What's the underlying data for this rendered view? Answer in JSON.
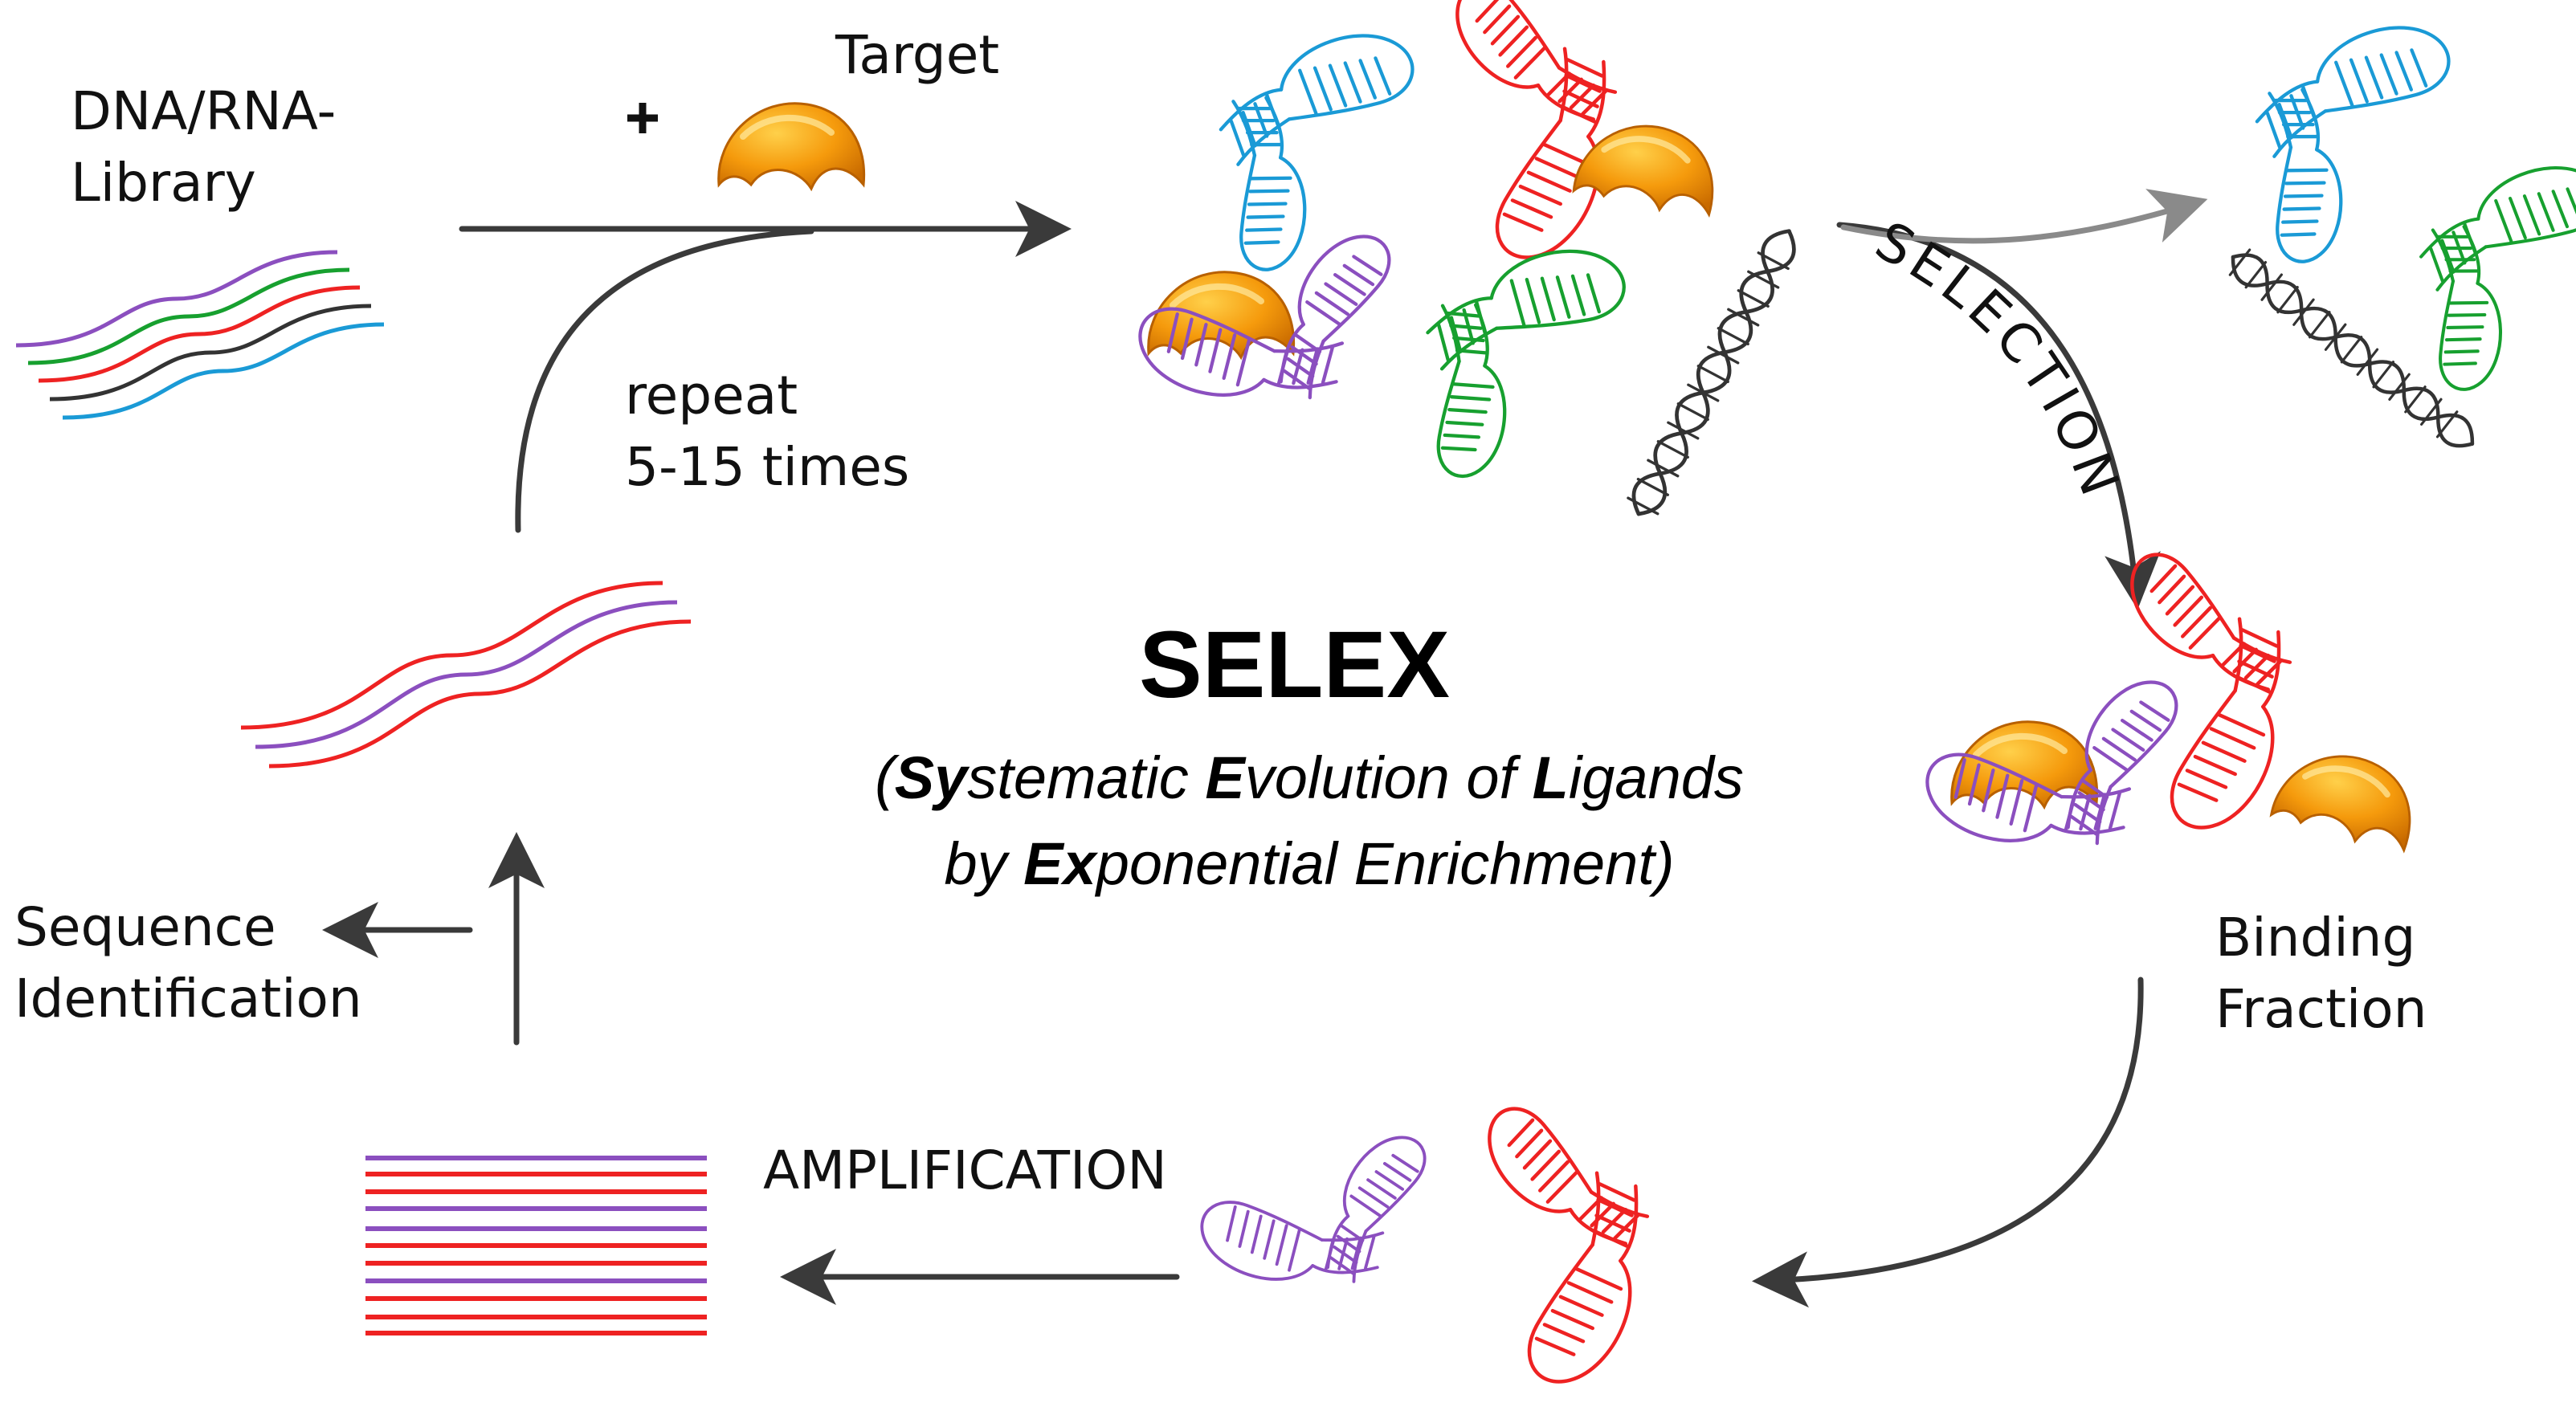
{
  "library_label": [
    "DNA/RNA-",
    "Library"
  ],
  "plus_sign": "+",
  "target_label": "Target",
  "repeat_label": [
    "repeat",
    "5-15 times"
  ],
  "selection_label": "SELECTION",
  "binding_label": [
    "Binding",
    "Fraction"
  ],
  "amplification_label": "AMPLIFICATION",
  "sequence_label": [
    "Sequence",
    "Identification"
  ],
  "title": "SELEX",
  "subtitle": {
    "line1": [
      {
        "text": "(",
        "bold": false
      },
      {
        "text": "Sy",
        "bold": true
      },
      {
        "text": "stematic ",
        "bold": false
      },
      {
        "text": "E",
        "bold": true
      },
      {
        "text": "volution of ",
        "bold": false
      },
      {
        "text": "L",
        "bold": true
      },
      {
        "text": "igands",
        "bold": false
      }
    ],
    "line2": [
      {
        "text": "by ",
        "bold": false
      },
      {
        "text": "Ex",
        "bold": true
      },
      {
        "text": "ponential Enrichment)",
        "bold": false
      }
    ]
  },
  "colors": {
    "purple": "#8b4fbf",
    "green": "#17a02f",
    "red": "#ee2222",
    "black": "#333333",
    "blue": "#1a9ad6",
    "target_orange": "#f59a0c",
    "arrow": "#3a3a3a",
    "arrow_light": "#8a8a8a"
  }
}
